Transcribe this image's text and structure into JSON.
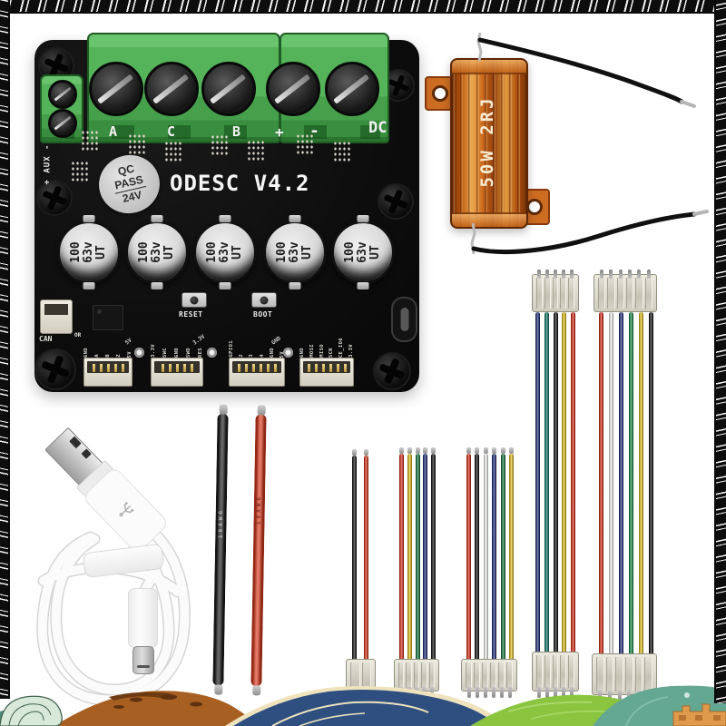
{
  "board": {
    "title": "ODESC V4.2",
    "qc_sticker": {
      "l1": "QC",
      "l2": "PASS",
      "l3": "24V"
    },
    "aux_label": "+ AUX -",
    "phase_labels": [
      "A",
      "C",
      "B",
      "+",
      "-",
      "DC"
    ],
    "capacitor_marking": {
      "l1": "100",
      "l2": "63v",
      "l3": "UT"
    },
    "capacitor_count": 5,
    "reset_label": "RESET",
    "boot_label": "BOOT",
    "can_label": "CAN",
    "silk_label_or": "OR",
    "via_labels": [
      "5V",
      "3.3V",
      "GND"
    ],
    "pin_groups": [
      {
        "pins": [
          "GND",
          "A",
          "B",
          "Z",
          "5V"
        ]
      },
      {
        "pins": [
          "3.3V",
          "SWC",
          "GND",
          "SWD",
          "RES"
        ]
      },
      {
        "pins": [
          "GPIO1",
          "2",
          "3",
          "4",
          "GND",
          "5V"
        ]
      },
      {
        "pins": [
          "GND",
          "MOSI",
          "MISO",
          "SCK",
          "CE_IO6",
          "3.3V"
        ]
      }
    ],
    "pcb_color": "#0e0e0e",
    "terminal_color": "#55b35a"
  },
  "resistor": {
    "marking": "50W 2RJ",
    "body_color": "#c06018",
    "wire_color": "#111111"
  },
  "power_wires": {
    "marking": "18AWG",
    "colors": [
      "#1c1c1c",
      "#d63a1d"
    ]
  },
  "usb_cable": {
    "color": "#fafafa"
  },
  "jst_cables": [
    {
      "name": "2-pin",
      "colors": [
        "#1c1c1c",
        "#d63a1d"
      ]
    },
    {
      "name": "5-pin",
      "colors": [
        "#d8321e",
        "#dfc022",
        "#1e7a46",
        "#27357e",
        "#1a1a1a"
      ]
    },
    {
      "name": "6-pin",
      "colors": [
        "#d8321e",
        "#1a1a1a",
        "#f2f2ef",
        "#27357e",
        "#1e7a46",
        "#dfc022"
      ]
    },
    {
      "name": "long-5-pin",
      "colors": [
        "#27357e",
        "#177a6b",
        "#1a1a1a",
        "#dfc022",
        "#d8321e"
      ]
    },
    {
      "name": "long-6-pin",
      "colors": [
        "#d8321e",
        "#f2f2ef",
        "#27357e",
        "#1e8a4a",
        "#dfc022",
        "#1a1a1a"
      ]
    }
  ]
}
